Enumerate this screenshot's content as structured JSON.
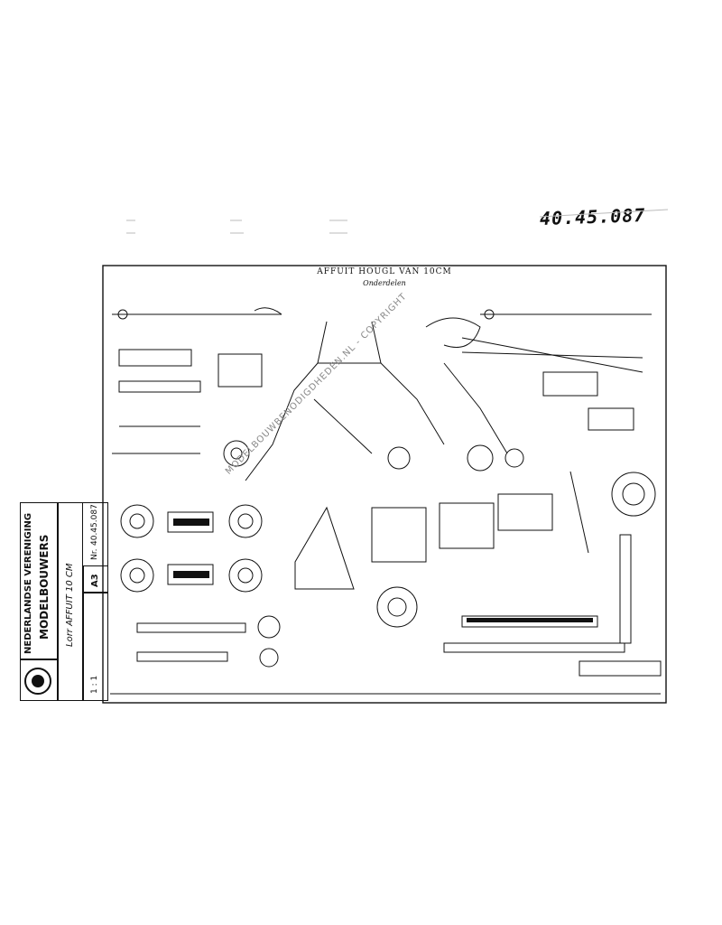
{
  "catalog_number_handwritten": "40.45.087",
  "sheet": {
    "title": "AFFUIT HOUGL VAN 10CM",
    "subtitle": "Onderdelen"
  },
  "title_block": {
    "organization_line1": "NEDERLANDSE VERENIGING",
    "organization_line2": "MODELBOUWERS",
    "sheet_no_label": "Nr.",
    "sheet_no": "40.45.087",
    "format": "A3",
    "name_top": "Lorr AFFUIT 10 CM",
    "ref_small": "1 : 1"
  },
  "watermark": "MODELBOUWBENODIGDHEDEN.NL - COPYRIGHT"
}
